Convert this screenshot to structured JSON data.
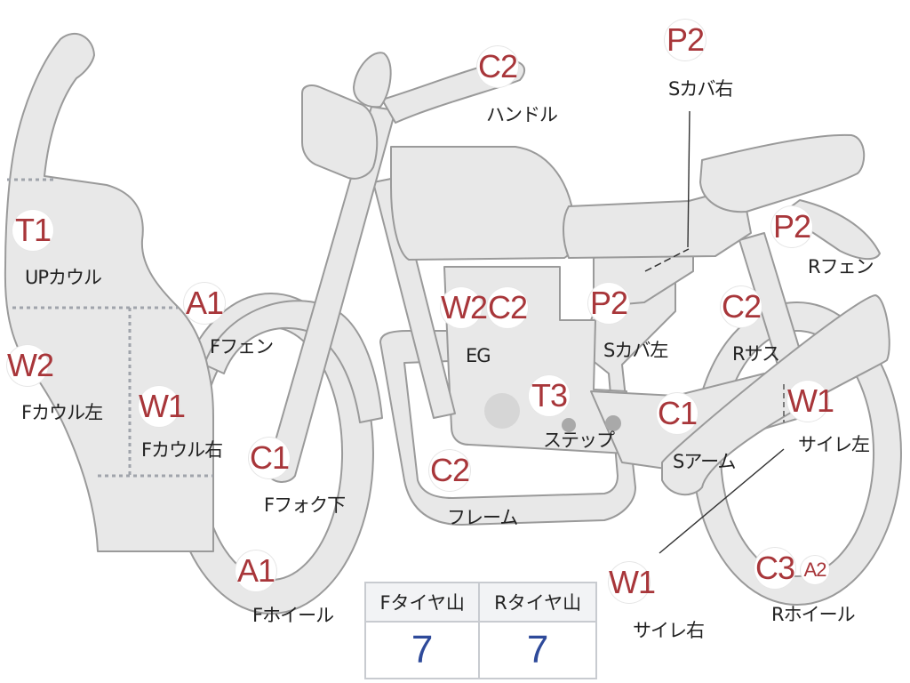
{
  "parts": [
    {
      "id": "handle",
      "grade": "C2",
      "label": "ハンドル"
    },
    {
      "id": "side-cover-right",
      "grade": "P2",
      "label": "Sカバ右"
    },
    {
      "id": "up-cowl",
      "grade": "T1",
      "label": "UPカウル"
    },
    {
      "id": "front-fender",
      "grade": "A1",
      "label": "Fフェン"
    },
    {
      "id": "front-cowl-left",
      "grade": "W2",
      "label": "Fカウル左"
    },
    {
      "id": "front-cowl-right",
      "grade": "W1",
      "label": "Fカウル右"
    },
    {
      "id": "front-fork-lower",
      "grade": "C1",
      "label": "Fフォク下"
    },
    {
      "id": "front-wheel",
      "grade": "A1",
      "label": "Fホイール"
    },
    {
      "id": "engine",
      "grades": [
        "W2",
        "C2"
      ],
      "label": "EG"
    },
    {
      "id": "step",
      "grade": "T3",
      "label": "ステップ"
    },
    {
      "id": "frame",
      "grade": "C2",
      "label": "フレーム"
    },
    {
      "id": "side-cover-left",
      "grade": "P2",
      "label": "Sカバ左"
    },
    {
      "id": "swing-arm",
      "grade": "C1",
      "label": "Sアーム"
    },
    {
      "id": "rear-fender",
      "grade": "P2",
      "label": "Rフェン"
    },
    {
      "id": "rear-suspension",
      "grade": "C2",
      "label": "Rサス"
    },
    {
      "id": "muffler-left",
      "grade": "W1",
      "label": "サイレ左"
    },
    {
      "id": "muffler-right",
      "grade": "W1",
      "label": "サイレ右"
    },
    {
      "id": "rear-wheel",
      "grades": [
        "C3",
        "A2"
      ],
      "label": "Rホイール"
    }
  ],
  "tire_table": {
    "front_header": "Fタイヤ山",
    "rear_header": "Rタイヤ山",
    "front_value": "7",
    "rear_value": "7"
  },
  "colors": {
    "part_fill": "#e8e8e8",
    "part_outline": "#9a9a9a",
    "grade_text": "#a8363a",
    "tire_value_text": "#2e4a9a",
    "label_text": "#222222"
  }
}
